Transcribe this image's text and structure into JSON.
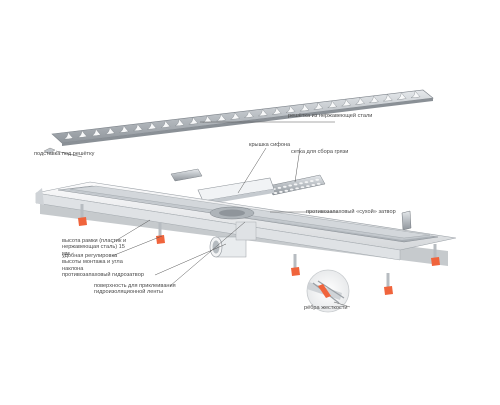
{
  "labels": {
    "grate": "решётка из нержавеющей стали",
    "grate_support": "подставка под решётку",
    "siphon_cover": "крышка сифона",
    "dirt_mesh": "сетка для сбора грязи",
    "dry_trap": "противозапаховый «сухой» затвор",
    "rim_height": "высота рамки (пластик и нержавеющая сталь) 15 мм",
    "height_adjust": "удобная регулировка высоты монтажа и угла наклона",
    "odor_seal": "противозапаховый гидрозатвор",
    "waterproof_surface": "поверхность для приклеивания гидроизоляционной ленты",
    "stiff_ribs": "рёбра жесткости"
  },
  "colors": {
    "steel": "#c9cdd1",
    "steel_dark": "#8e949a",
    "white_plastic": "#eef0f2",
    "orange_foot": "#f0643c",
    "leader_line": "#555555"
  },
  "icons": [
    "grate",
    "siphon-cover",
    "dirt-mesh",
    "support-clip",
    "leveling-feet",
    "outlet-pipe",
    "detail-callout"
  ]
}
